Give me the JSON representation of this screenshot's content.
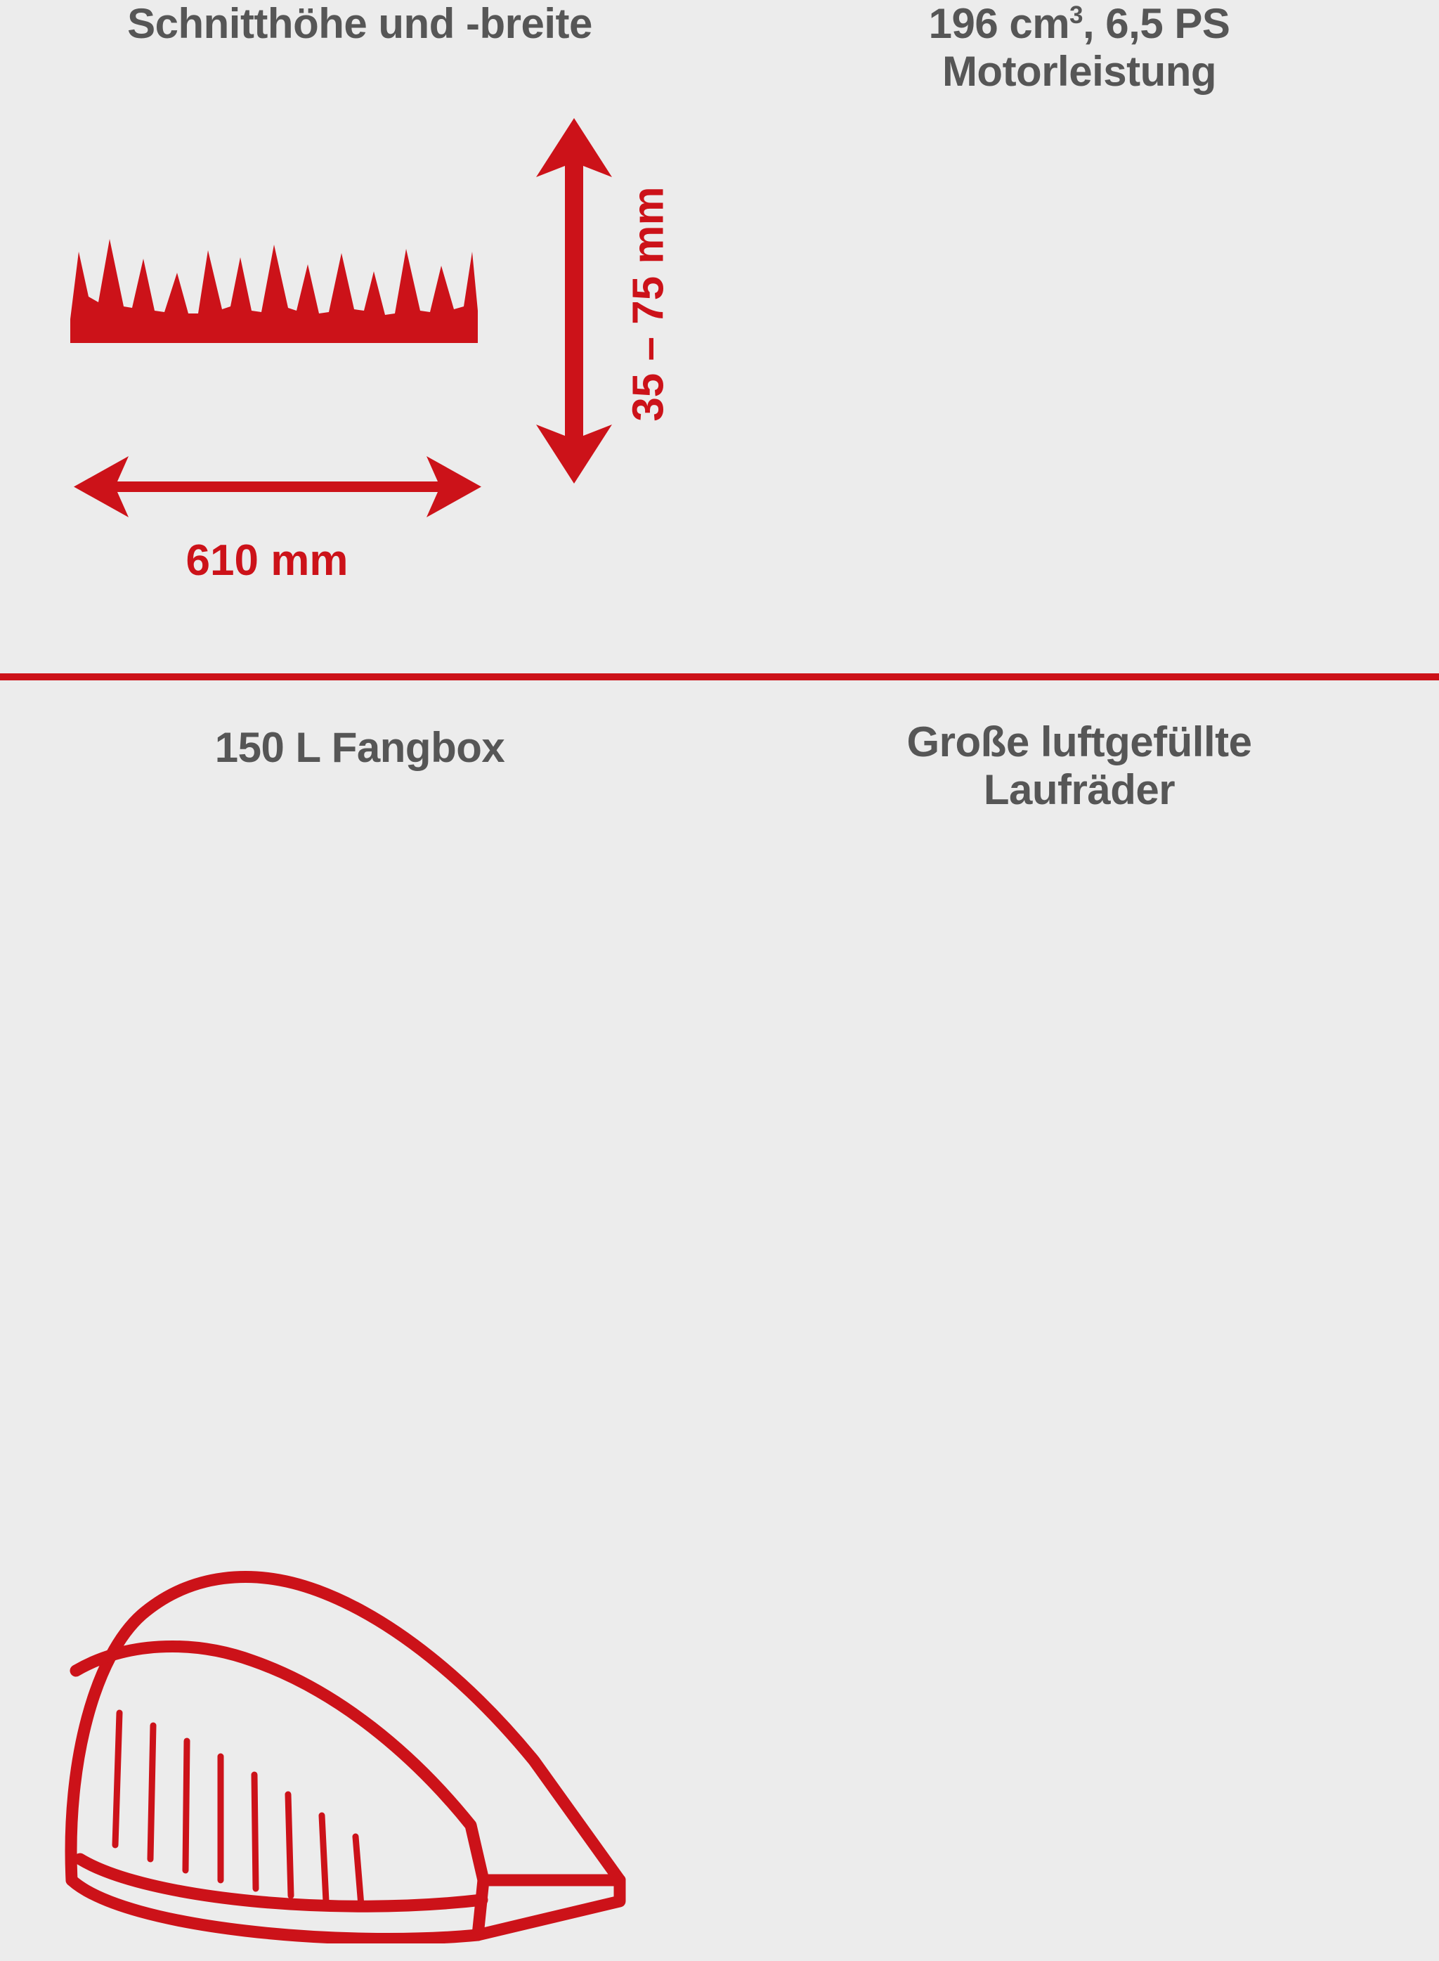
{
  "meta": {
    "background_color": "#ececec",
    "accent_color": "#cc1219",
    "heading_color": "#565656"
  },
  "panels": {
    "top_left": {
      "heading": "Schnitthöhe und -breite",
      "width_label": "610 mm",
      "height_label": "35 – 75 mm",
      "icons": {
        "grass": "grass-icon",
        "horizontal_arrow": "double-arrow-horizontal-icon",
        "vertical_arrow": "double-arrow-vertical-icon"
      }
    },
    "top_right": {
      "heading_line1_prefix": "196 cm",
      "heading_line1_sup": "3",
      "heading_line1_suffix": ", 6,5 PS",
      "heading_line2": "Motorleistung",
      "icons": {
        "engine": "piston-engine-icon",
        "vertical_arrow": "double-arrow-vertical-icon"
      }
    },
    "bottom_left": {
      "heading": "150 L Fangbox",
      "icons": {
        "catcher_box": "grass-catcher-box-icon"
      }
    },
    "bottom_right": {
      "heading_line1": "Große luftgefüllte",
      "heading_line2": "Laufräder",
      "icons": {
        "wheel": "wheel-icon"
      }
    }
  }
}
